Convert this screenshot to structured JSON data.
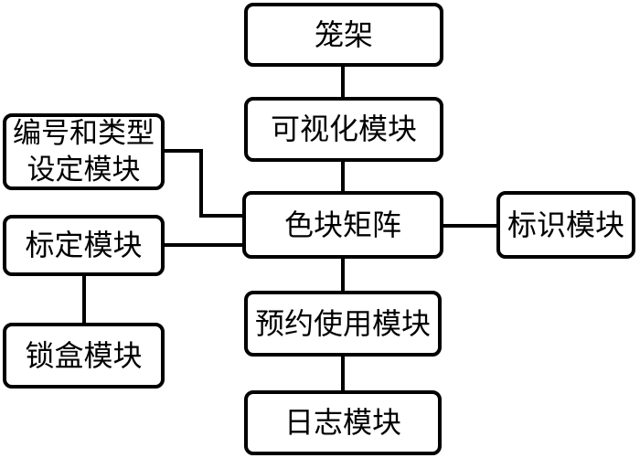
{
  "diagram": {
    "nodes": {
      "cage": {
        "label": "笼架"
      },
      "visualization": {
        "label": "可视化模块"
      },
      "numbering": {
        "label": "编号和类型设定模块",
        "line1": "编号和类型",
        "line2": "设定模块"
      },
      "calibration": {
        "label": "标定模块"
      },
      "lockbox": {
        "label": "锁盒模块"
      },
      "color_matrix": {
        "label": "色块矩阵"
      },
      "identification": {
        "label": "标识模块"
      },
      "reservation": {
        "label": "预约使用模块"
      },
      "log": {
        "label": "日志模块"
      }
    },
    "edges": [
      {
        "from": "笼架",
        "to": "可视化模块",
        "style": "straight-vertical"
      },
      {
        "from": "可视化模块",
        "to": "色块矩阵",
        "style": "straight-vertical"
      },
      {
        "from": "编号和类型设定模块",
        "to": "色块矩阵",
        "style": "elbow"
      },
      {
        "from": "标定模块",
        "to": "色块矩阵",
        "style": "straight-horizontal"
      },
      {
        "from": "标定模块",
        "to": "锁盒模块",
        "style": "straight-vertical"
      },
      {
        "from": "色块矩阵",
        "to": "标识模块",
        "style": "straight-horizontal"
      },
      {
        "from": "色块矩阵",
        "to": "预约使用模块",
        "style": "straight-vertical"
      },
      {
        "from": "预约使用模块",
        "to": "日志模块",
        "style": "straight-vertical"
      }
    ],
    "colors": {
      "line": "#000000",
      "node_border": "#000000",
      "node_fill": "#ffffff",
      "background": "#ffffff",
      "text": "#000000"
    }
  }
}
